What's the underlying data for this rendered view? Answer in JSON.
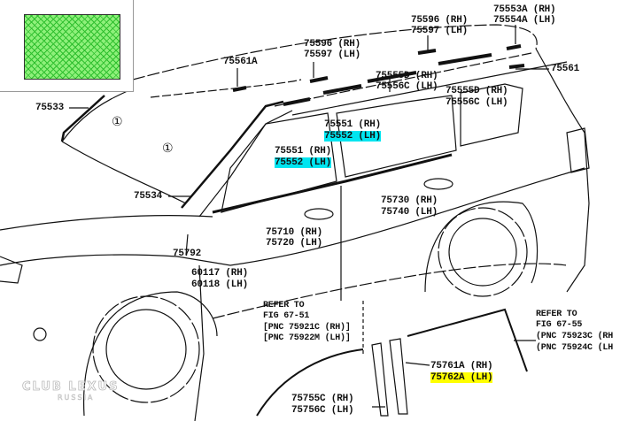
{
  "labels": {
    "p75553a": "75553A (RH)",
    "p75554a": "75554A (LH)",
    "p75596a": "75596 (RH)",
    "p75597a": "75597 (LH)",
    "p75596b": "75596 (RH)",
    "p75597b": "75597 (LH)",
    "p75561a": "75561A",
    "p75561": "75561",
    "p75533": "75533",
    "p75555da": "75555D (RH)",
    "p75556ca": "75556C (LH)",
    "p75555db": "75555D (RH)",
    "p75556cb": "75556C (LH)",
    "p75551a": "75551 (RH)",
    "p75552a": "75552 (LH)",
    "p75551b": "75551 (RH)",
    "p75552b": "75552 (LH)",
    "p75534": "75534",
    "p75730": "75730 (RH)",
    "p75740": "75740 (LH)",
    "p75710": "75710 (RH)",
    "p75720": "75720 (LH)",
    "p75792": "75792",
    "p60117": "60117 (RH)",
    "p60118": "60118 (LH)",
    "ref1": [
      "REFER TO",
      "FIG 67-51",
      "[PNC 75921C (RH)]",
      "[PNC 75922M (LH)]"
    ],
    "ref2": [
      "REFER TO",
      "FIG 67-55",
      "(PNC 75923C (RH",
      "(PNC 75924C (LH"
    ],
    "p75761a": "75761A (RH)",
    "p75762a": "75762A (LH)",
    "p75755c": "75755C (RH)",
    "p75756c": "75756C (LH)",
    "circle1": "①"
  },
  "watermark": {
    "line1": "CLUB LEXUS",
    "line2": "RUSSIA"
  },
  "colors": {
    "highlight_cyan": "#00e5f0",
    "highlight_yellow": "#ffff00",
    "inset_green": "#8ef07a"
  }
}
